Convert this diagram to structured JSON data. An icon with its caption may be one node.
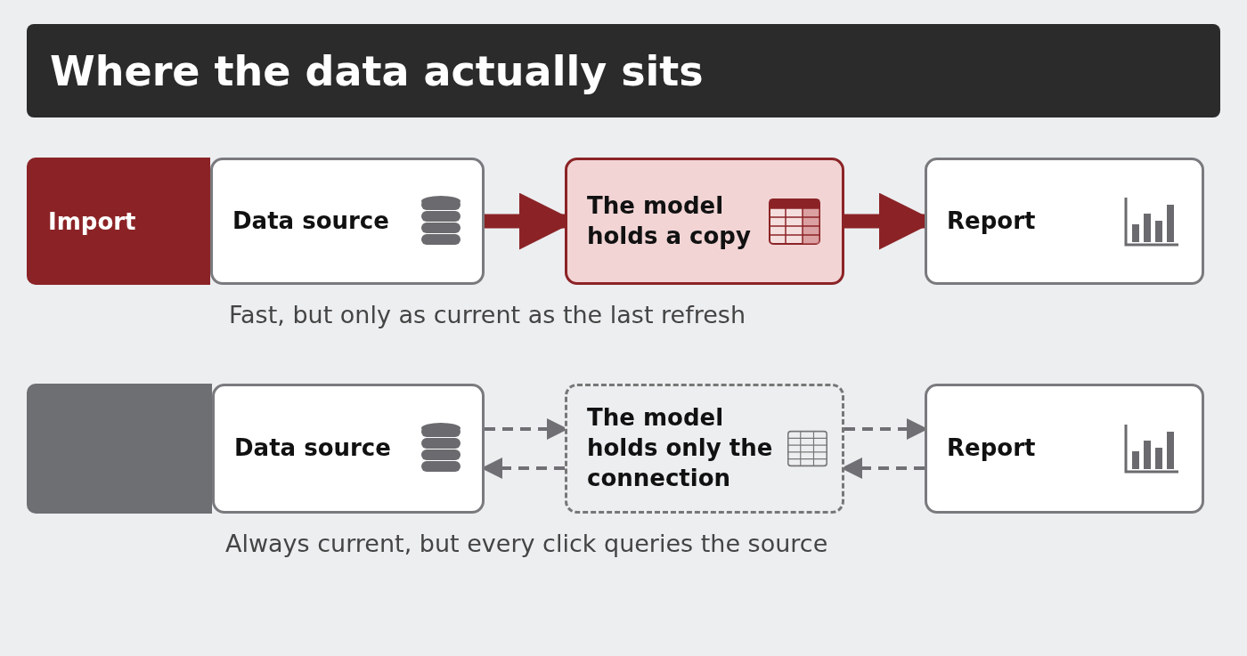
{
  "diagram": {
    "title": "Where the data actually sits",
    "nodes": [
      {
        "text": [
          "Import"
        ]
      },
      {
        "text": [
          "Data source"
        ]
      },
      {
        "text": [
          "The model holds a copy"
        ]
      },
      {
        "text": [
          "Report"
        ]
      },
      {
        "text": [],
        "shape": "box"
      },
      {
        "text": [
          "Data source"
        ]
      },
      {
        "text": [
          "The model holds only the connection"
        ]
      },
      {
        "text": [
          "Report"
        ]
      }
    ],
    "edges": [
      {
        "from": 1,
        "to": 2,
        "arrow": "to",
        "style": "thick",
        "color": "#8b2326"
      },
      {
        "from": 2,
        "to": 3,
        "arrow": "to",
        "style": "thick",
        "color": "#8b2326"
      },
      {
        "from": 5,
        "to": 6,
        "arrow": "to",
        "style": "dashed"
      },
      {
        "from": 6,
        "to": 5,
        "arrow": "to",
        "style": "dashed"
      },
      {
        "from": 6,
        "to": 7,
        "arrow": "to",
        "style": "dashed"
      },
      {
        "from": 7,
        "to": 6,
        "arrow": "to",
        "style": "dashed"
      }
    ],
    "labels": [
      "Fast, but only as current as the last refresh",
      "Always current, but every click queries the source"
    ]
  }
}
